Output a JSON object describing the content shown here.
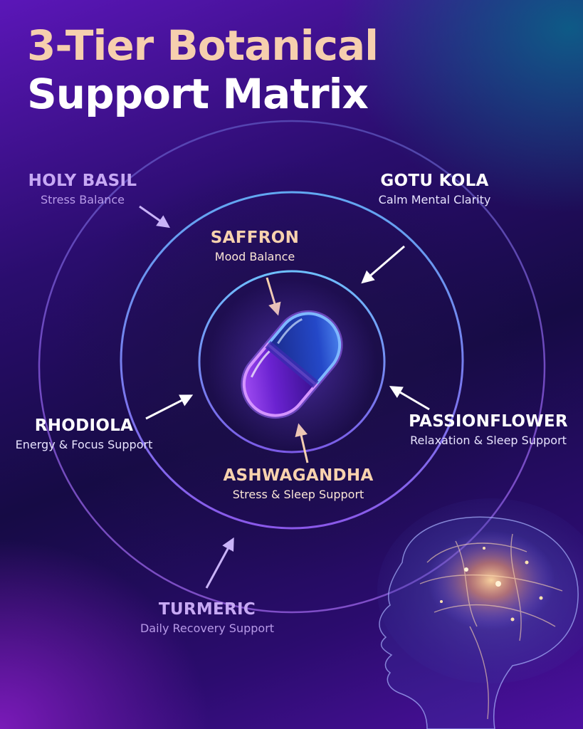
{
  "title": {
    "line1": "3-Tier Botanical",
    "line2": "Support Matrix"
  },
  "ingredients": {
    "holy_basil": {
      "name": "HOLY BASIL",
      "benefit": "Stress Balance"
    },
    "gotu_kola": {
      "name": "GOTU KOLA",
      "benefit": "Calm Mental Clarity"
    },
    "saffron": {
      "name": "SAFFRON",
      "benefit": "Mood Balance"
    },
    "rhodiola": {
      "name": "RHODIOLA",
      "benefit": "Energy & Focus Support"
    },
    "passionflower": {
      "name": "PASSIONFLOWER",
      "benefit": "Relaxation & Sleep Support"
    },
    "ashwagandha": {
      "name": "ASHWAGANDHA",
      "benefit": "Stress & Sleep Support"
    },
    "turmeric": {
      "name": "TURMERIC",
      "benefit": "Daily Recovery Support"
    }
  },
  "colors": {
    "title_accent": "#f6cfae",
    "inner_ring": "#6fb8ff",
    "outer_ring": "#8a5ee8",
    "capsule_top": "#2a55d8",
    "capsule_bottom": "#7a2ce0"
  },
  "icons": [
    "capsule-icon",
    "brain-icon",
    "arrow-icon"
  ]
}
